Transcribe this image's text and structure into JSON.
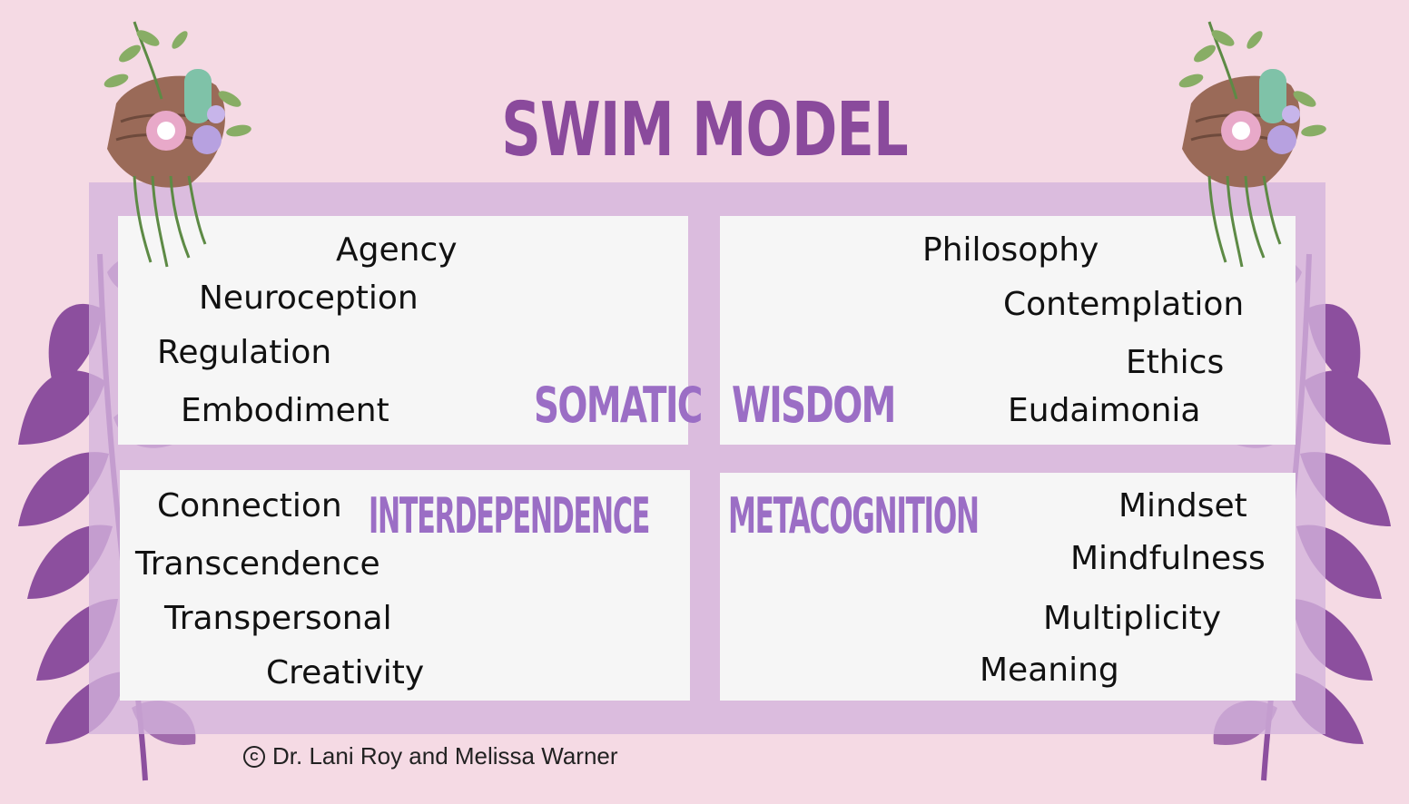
{
  "title": "SWIM MODEL",
  "quadrants": {
    "somatic": {
      "label": "SOMATIC",
      "words": [
        "Agency",
        "Neuroception",
        "Regulation",
        "Embodiment"
      ]
    },
    "wisdom": {
      "label": "WISDOM",
      "words": [
        "Philosophy",
        "Contemplation",
        "Ethics",
        "Eudaimonia"
      ]
    },
    "interdependence": {
      "label": "INTERDEPENDENCE",
      "words": [
        "Connection",
        "Transcendence",
        "Transpersonal",
        "Creativity"
      ]
    },
    "metacognition": {
      "label": "METACOGNITION",
      "words": [
        "Mindset",
        "Mindfulness",
        "Multiplicity",
        "Meaning"
      ]
    }
  },
  "credit": {
    "icon": "copyright-icon",
    "text": "Dr. Lani Roy and Melissa Warner"
  },
  "colors": {
    "background": "#f5dae4",
    "frame": "#d9bde0",
    "panel": "#f6f6f6",
    "title": "#8a4a9c",
    "label": "#9b6ec5",
    "leaf": "#8c4f9e"
  }
}
